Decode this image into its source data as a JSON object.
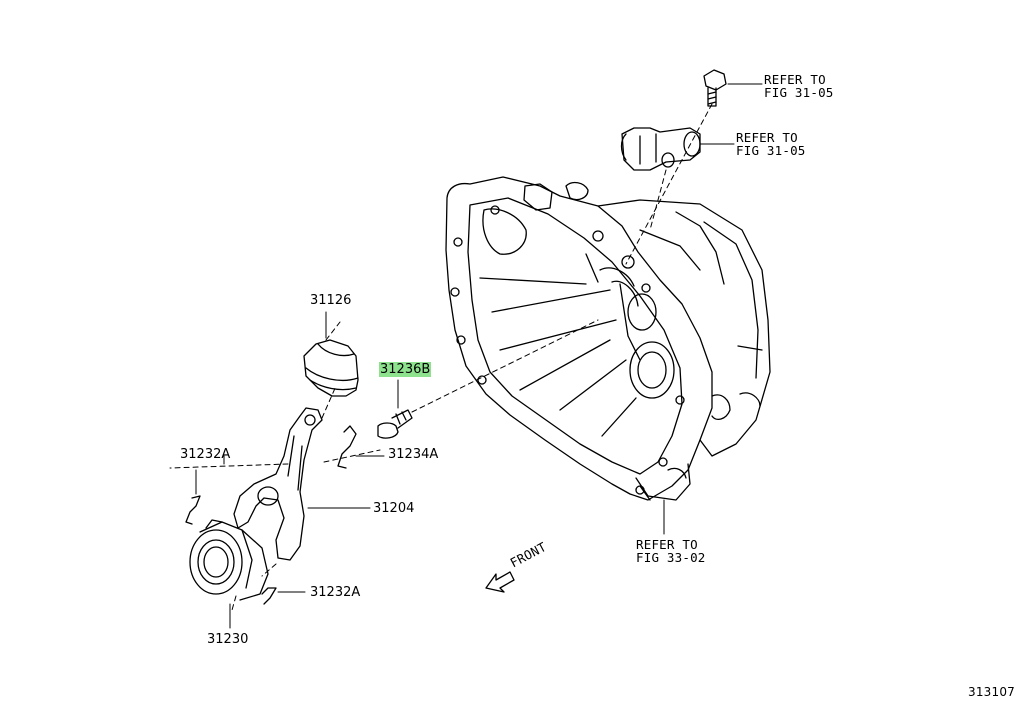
{
  "diagram_id": "313107",
  "highlight_color": "#8ee28e",
  "front_label": "FRONT",
  "parts": {
    "p31126": "31126",
    "p31236B": "31236B",
    "p31232A_upper": "31232A",
    "p31234A": "31234A",
    "p31204": "31204",
    "p31232A_lower": "31232A",
    "p31230": "31230"
  },
  "references": {
    "bolt": {
      "line1": "REFER TO",
      "line2": "FIG 31-05"
    },
    "cylinder": {
      "line1": "REFER TO",
      "line2": "FIG 31-05"
    },
    "housing": {
      "line1": "REFER TO",
      "line2": "FIG 33-02"
    }
  },
  "highlighted_part": "31236B"
}
